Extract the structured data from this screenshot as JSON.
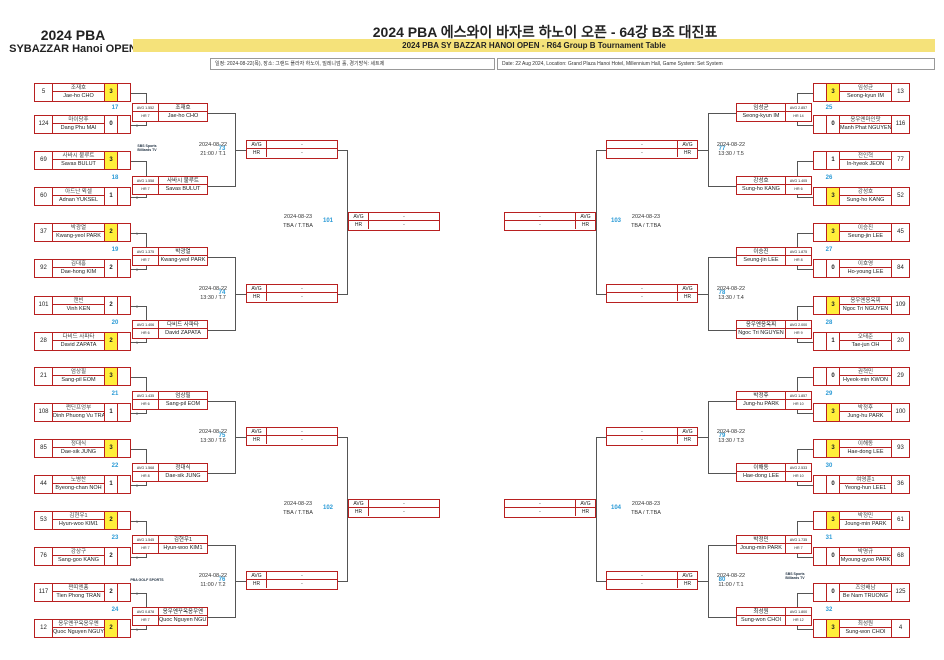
{
  "header": {
    "logo_line1": "2024 PBA",
    "logo_line2": "SYBAZZAR Hanoi OPEN",
    "title_kr": "2024 PBA 에스와이 바자르 하노이 오픈 - 64강 B조 대진표",
    "title_en": "2024 PBA SY BAZZAR HANOI OPEN - R64 Group B Tournament Table",
    "info_kr": "일정: 2024-08-22(목), 장소: 그랜드 플라자 하노이, 밀레니엄 홀, 경기방식: 세트제",
    "info_en": "Date: 22 Aug 2024, Location: Grand Plaza Hanoi Hotel, Millennium Hall, Game System: Set System"
  },
  "labels": {
    "avg": "AVG",
    "hr": "HR",
    "dash": "-"
  },
  "sponsors": {
    "sbs": "SBS Sports Billiards TV",
    "pba": "PBA GOLF SPORTS"
  },
  "left_players": [
    {
      "seed": "5",
      "kr": "조재호",
      "en": "Jae-ho CHO",
      "score": "3",
      "win": true,
      "cap": ""
    },
    {
      "seed": "124",
      "kr": "마이당푸",
      "en": "Dang Phu MAI",
      "score": "0",
      "win": false,
      "cap": "0"
    },
    {
      "seed": "69",
      "kr": "사바시 불루트",
      "en": "Savas BULUT",
      "score": "3",
      "win": true,
      "cap": ""
    },
    {
      "seed": "60",
      "kr": "아드난 윅셀",
      "en": "Adnan YUKSEL",
      "score": "1",
      "win": false,
      "cap": "0"
    },
    {
      "seed": "37",
      "kr": "박광열",
      "en": "Kwang-yeol PARK",
      "score": "2",
      "win": true,
      "cap": "1"
    },
    {
      "seed": "92",
      "kr": "김대홍",
      "en": "Dae-hong KIM",
      "score": "2",
      "win": false,
      "cap": "0"
    },
    {
      "seed": "101",
      "kr": "캔빈",
      "en": "Vinh KEN",
      "score": "2",
      "win": false,
      "cap": "0"
    },
    {
      "seed": "28",
      "kr": "다비드 사파타",
      "en": "David ZAPATA",
      "score": "2",
      "win": true,
      "cap": "1"
    },
    {
      "seed": "21",
      "kr": "엄상필",
      "en": "Sang-pil EOM",
      "score": "3",
      "win": true,
      "cap": ""
    },
    {
      "seed": "108",
      "kr": "쩐딘프엉부",
      "en": "Dinh Phuong Vu TRAN",
      "score": "1",
      "win": false,
      "cap": "0"
    },
    {
      "seed": "85",
      "kr": "정대식",
      "en": "Dae-sik JUNG",
      "score": "3",
      "win": true,
      "cap": ""
    },
    {
      "seed": "44",
      "kr": "노병찬",
      "en": "Byeong-chan NOH",
      "score": "1",
      "win": false,
      "cap": "0"
    },
    {
      "seed": "53",
      "kr": "김현우1",
      "en": "Hyun-woo KIM1",
      "score": "2",
      "win": true,
      "cap": "1"
    },
    {
      "seed": "76",
      "kr": "강상구",
      "en": "Sang-goo KANG",
      "score": "2",
      "win": false,
      "cap": "0"
    },
    {
      "seed": "117",
      "kr": "쩐띠엔퐁",
      "en": "Tien Phong TRAN",
      "score": "2",
      "win": false,
      "cap": "0"
    },
    {
      "seed": "12",
      "kr": "응우옌꾸옥응우옌",
      "en": "Quoc Nguyen NGUYEN",
      "score": "2",
      "win": true,
      "cap": "1"
    }
  ],
  "right_players": [
    {
      "seed": "13",
      "kr": "임성균",
      "en": "Seong-kyun IM",
      "score": "3",
      "win": true,
      "cap": ""
    },
    {
      "seed": "116",
      "kr": "응우옌마인팟",
      "en": "Manh Phat NGUYEN",
      "score": "0",
      "win": false,
      "cap": ""
    },
    {
      "seed": "77",
      "kr": "전인혁",
      "en": "In-hyeok JEON",
      "score": "1",
      "win": false,
      "cap": ""
    },
    {
      "seed": "52",
      "kr": "강성호",
      "en": "Sung-ho KANG",
      "score": "3",
      "win": true,
      "cap": ""
    },
    {
      "seed": "45",
      "kr": "이승진",
      "en": "Seung-jin LEE",
      "score": "3",
      "win": true,
      "cap": ""
    },
    {
      "seed": "84",
      "kr": "이호영",
      "en": "Ho-young LEE",
      "score": "0",
      "win": false,
      "cap": ""
    },
    {
      "seed": "109",
      "kr": "응우옌응옥찌",
      "en": "Ngoc Tri NGUYEN",
      "score": "3",
      "win": true,
      "cap": ""
    },
    {
      "seed": "20",
      "kr": "오태준",
      "en": "Tae-jun OH",
      "score": "1",
      "win": false,
      "cap": ""
    },
    {
      "seed": "29",
      "kr": "권혁민",
      "en": "Hyeok-min KWON",
      "score": "0",
      "win": false,
      "cap": ""
    },
    {
      "seed": "100",
      "kr": "박정후",
      "en": "Jung-hu PARK",
      "score": "3",
      "win": true,
      "cap": ""
    },
    {
      "seed": "93",
      "kr": "이해동",
      "en": "Hae-dong LEE",
      "score": "3",
      "win": true,
      "cap": ""
    },
    {
      "seed": "36",
      "kr": "여영훈1",
      "en": "Yeong-hun LEE1",
      "score": "0",
      "win": false,
      "cap": ""
    },
    {
      "seed": "61",
      "kr": "박정민",
      "en": "Joung-min PARK",
      "score": "3",
      "win": true,
      "cap": ""
    },
    {
      "seed": "68",
      "kr": "박명규",
      "en": "Myoung-gyoo PARK",
      "score": "0",
      "win": false,
      "cap": ""
    },
    {
      "seed": "125",
      "kr": "즈엉배남",
      "en": "Be Nam TRUONG",
      "score": "0",
      "win": false,
      "cap": ""
    },
    {
      "seed": "4",
      "kr": "최성원",
      "en": "Sung-won CHOI",
      "score": "3",
      "win": true,
      "cap": ""
    }
  ],
  "left_r1": [
    {
      "num": "17"
    },
    {
      "num": "18"
    },
    {
      "num": "19"
    },
    {
      "num": "20"
    },
    {
      "num": "21"
    },
    {
      "num": "22"
    },
    {
      "num": "23"
    },
    {
      "num": "24"
    }
  ],
  "right_r1": [
    {
      "num": "25"
    },
    {
      "num": "26"
    },
    {
      "num": "27"
    },
    {
      "num": "28"
    },
    {
      "num": "29"
    },
    {
      "num": "30"
    },
    {
      "num": "31"
    },
    {
      "num": "32"
    }
  ],
  "left_winners": [
    {
      "kr": "조재호",
      "en": "Jae-ho CHO",
      "avg": "AVG 1.552",
      "hr": "HR 7"
    },
    {
      "kr": "사바시 불루트",
      "en": "Savas BULUT",
      "avg": "AVG 1.558",
      "hr": "HR 7"
    },
    {
      "kr": "박광열",
      "en": "Kwang-yeol PARK",
      "avg": "AVG 1.375",
      "hr": "HR 7"
    },
    {
      "kr": "다비드 사파타",
      "en": "David ZAPATA",
      "avg": "AVG 1.406",
      "hr": "HR 6"
    },
    {
      "kr": "엄상필",
      "en": "Sang-pil EOM",
      "avg": "AVG 1.435",
      "hr": "HR 6"
    },
    {
      "kr": "정대식",
      "en": "Dae-sik JUNG",
      "avg": "AVG 1.568",
      "hr": "HR 8"
    },
    {
      "kr": "김현우1",
      "en": "Hyun-woo KIM1",
      "avg": "AVG 1.545",
      "hr": "HR 7"
    },
    {
      "kr": "응우옌꾸옥응우옌",
      "en": "Quoc Nguyen NGUYEN",
      "avg": "AVG 0.878",
      "hr": "HR 7"
    }
  ],
  "right_winners": [
    {
      "kr": "임성균",
      "en": "Seong-kyun IM",
      "avg": "AVG 2.857",
      "hr": "HR 14"
    },
    {
      "kr": "강성호",
      "en": "Sung-ho KANG",
      "avg": "AVG 1.405",
      "hr": "HR 6"
    },
    {
      "kr": "이승진",
      "en": "Seung-jin LEE",
      "avg": "AVG 1.875",
      "hr": "HR 8"
    },
    {
      "kr": "응우옌응옥찌",
      "en": "Ngoc Tri NGUYEN",
      "avg": "AVG 2.000",
      "hr": "HR 9"
    },
    {
      "kr": "박정후",
      "en": "Jung-hu PARK",
      "avg": "AVG 1.857",
      "hr": "HR 10"
    },
    {
      "kr": "이해동",
      "en": "Hae-dong LEE",
      "avg": "AVG 2.533",
      "hr": "HR 10"
    },
    {
      "kr": "박정민",
      "en": "Joung-min PARK",
      "avg": "AVG 1.735",
      "hr": "HR 7"
    },
    {
      "kr": "최성원",
      "en": "Sung-won CHOI",
      "avg": "AVG 1.800",
      "hr": "HR 12"
    }
  ],
  "left_r2": [
    {
      "num": "73",
      "date": "2024-08-22",
      "time": "21:00 / T.1"
    },
    {
      "num": "74",
      "date": "2024-08-22",
      "time": "13:30 / T.7"
    },
    {
      "num": "75",
      "date": "2024-08-22",
      "time": "13:30 / T.6"
    },
    {
      "num": "76",
      "date": "2024-08-22",
      "time": "11:00 / T.2"
    }
  ],
  "right_r2": [
    {
      "num": "77",
      "date": "2024-08-22",
      "time": "13:30 / T.5"
    },
    {
      "num": "78",
      "date": "2024-08-22",
      "time": "13:30 / T.4"
    },
    {
      "num": "79",
      "date": "2024-08-22",
      "time": "13:30 / T.3"
    },
    {
      "num": "80",
      "date": "2024-08-22",
      "time": "11:00 / T.1"
    }
  ],
  "left_r3": [
    {
      "num": "101",
      "date": "2024-08-23",
      "time": "TBA / T.TBA"
    },
    {
      "num": "102",
      "date": "2024-08-23",
      "time": "TBA / T.TBA"
    }
  ],
  "right_r3": [
    {
      "num": "103",
      "date": "2024-08-23",
      "time": "TBA / T.TBA"
    },
    {
      "num": "104",
      "date": "2024-08-23",
      "time": "TBA / T.TBA"
    }
  ]
}
